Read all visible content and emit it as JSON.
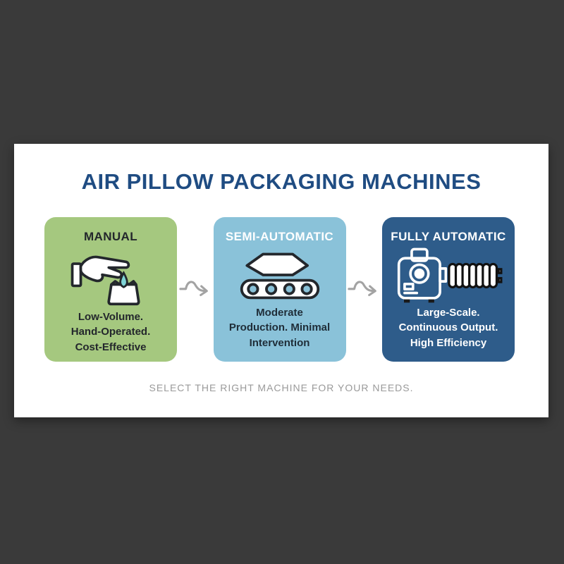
{
  "theme": {
    "page_bg": "#3a3a3a",
    "panel_bg": "#ffffff",
    "title_color": "#1f4c82",
    "card_manual_bg": "#a5c87f",
    "card_semi_bg": "#8ac2d9",
    "card_fully_bg": "#2e5c8a",
    "dark_text": "#23272c",
    "semi_text": "#1f2d38",
    "light_text": "#ffffff",
    "tagline_color": "#9a9a9a",
    "arrow_color": "#a3a3a3",
    "pillow_accent": "#7fd4d6"
  },
  "header": {
    "title": "AIR PILLOW PACKAGING MACHINES"
  },
  "cards": [
    {
      "id": "manual",
      "title": "MANUAL",
      "icon": "hand-packing-icon",
      "lines": [
        "Low-Volume.",
        "Hand-Operated.",
        "Cost-Effective"
      ]
    },
    {
      "id": "semi-automatic",
      "title": "SEMI-AUTOMATIC",
      "icon": "conveyor-belt-icon",
      "lines": [
        "Moderate",
        "Production. Minimal",
        "Intervention"
      ]
    },
    {
      "id": "fully-automatic",
      "title": "FULLY AUTOMATIC",
      "icon": "packaging-machine-icon",
      "lines": [
        "Large-Scale.",
        "Continuous Output.",
        "High Efficiency"
      ]
    }
  ],
  "footer": {
    "tagline": "SELECT THE RIGHT MACHINE FOR YOUR NEEDS."
  }
}
